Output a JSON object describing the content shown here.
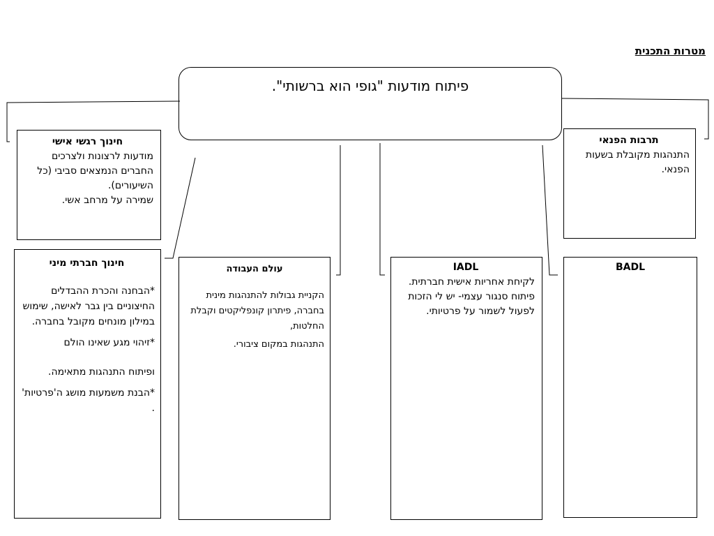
{
  "page": {
    "heading": "מטרות התכנית"
  },
  "center": {
    "title": "פיתוח מודעות \"גופי הוא ברשותי\"."
  },
  "boxes": {
    "emotional": {
      "title": "חינוך רגשי אישי",
      "line1": "מודעות לרצונות ולצרכים החברים הנמצאים סביבי (כל השיעורים).",
      "line2": "שמירה על מרחב אשי."
    },
    "waiting_room": {
      "title": "תרבות הפנאי",
      "line1": "התנהגות מקובלת בשעות הפנאי."
    },
    "sexual": {
      "title": "חינוך חברתי מיני",
      "p1": "*הבחנה והכרת ההבדלים החיצוניים בין גבר לאישה, שימוש במילון מונחים מקובל בחברה.",
      "p2": "*זיהוי מגע שאינו הולם",
      "p3": "ופיתוח התנהגות מתאימה.",
      "p4": "*הבנת משמעות מושג ה'פרטיות' ."
    },
    "work": {
      "title": "עולם העבודה",
      "p1": "הקניית גבולות להתנהגות מינית בחברה,  פיתרון קונפליקטים וקבלת החלטות,",
      "p2": "התנהגות במקום ציבורי."
    },
    "iadl": {
      "title": "IADL",
      "line1": "לקיחת אחריות אישית חברתית.",
      "line2": "פיתוח סנגור עצמי- יש לי הזכות לפעול לשמור על פרטיותי."
    },
    "badl": {
      "title": "BADL"
    }
  }
}
